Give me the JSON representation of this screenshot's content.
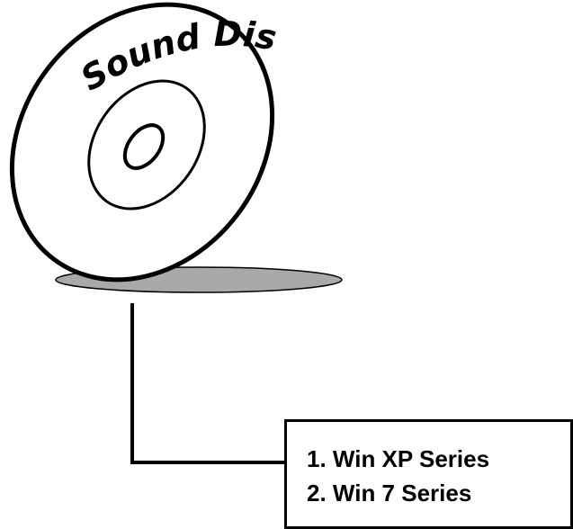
{
  "disc": {
    "label": "Sound Disc"
  },
  "options": [
    {
      "text": "1. Win XP Series"
    },
    {
      "text": "2. Win 7 Series"
    }
  ],
  "colors": {
    "stroke": "#000000",
    "shadow": "#a9a9a9",
    "background": "#ffffff"
  }
}
